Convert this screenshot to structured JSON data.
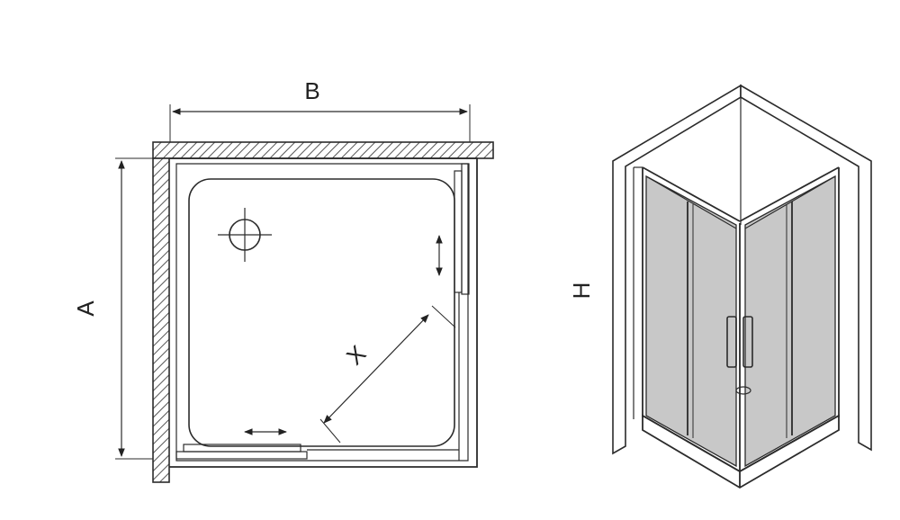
{
  "plan": {
    "label_b": "B",
    "label_a": "A",
    "label_x": "X"
  },
  "iso": {
    "label_h": "H"
  },
  "colors": {
    "line": "#2b2b2b",
    "hatch": "#555555",
    "glass": "#c8c8c8",
    "background": "#ffffff"
  }
}
